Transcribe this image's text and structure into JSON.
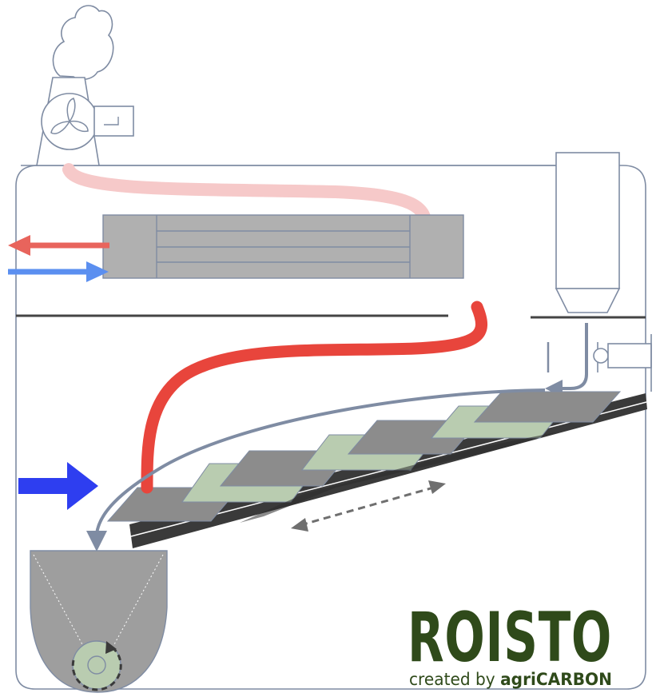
{
  "logo": {
    "title": "ROISTO",
    "subtitle_prefix": "created by ",
    "subtitle_brand_lower": "agri",
    "subtitle_brand_upper": "CARBON"
  },
  "colors": {
    "outline": "#7f8ca3",
    "hot_flow": "#e8453c",
    "hot_flow_faded": "#f6c9c9",
    "cold_flow": "#5b8ff0",
    "air_inlet": "#2e3ef0",
    "panel_gray": "#9e9e9e",
    "tray_gray": "#8c8c8c",
    "tray_green": "#b9ccb0",
    "belt_dark": "#3a3a3a",
    "brand_green": "#2f4a1a",
    "divider": "#444444"
  },
  "icons": {
    "chimney": "smoke-stack-icon",
    "fan": "fan-icon",
    "motor": "motor-icon",
    "hopper": "feed-hopper-icon",
    "auger": "rotating-auger-icon"
  }
}
